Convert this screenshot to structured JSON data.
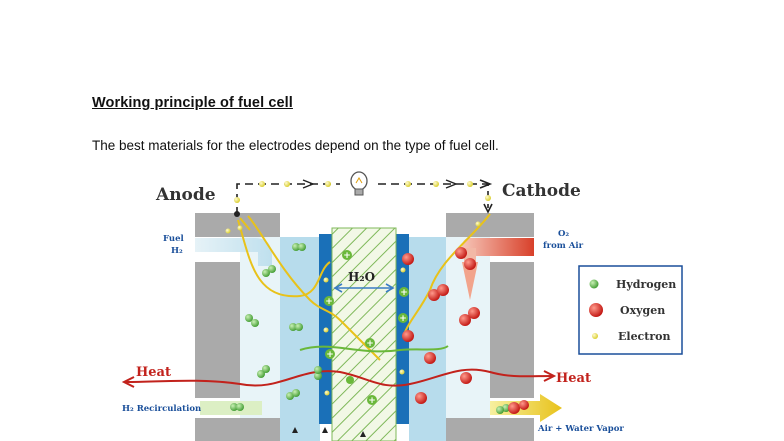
{
  "document": {
    "heading": "Working principle of fuel cell",
    "body": "The best materials for the electrodes depend on the type of fuel cell."
  },
  "figure": {
    "anode_label": "Anode",
    "cathode_label": "Cathode",
    "fuel_label_line1": "Fuel",
    "fuel_label_line2": "H₂",
    "oxygen_label_line1": "O₂",
    "oxygen_label_line2": "from Air",
    "water_label": "H₂O",
    "heat_left": "Heat",
    "heat_right": "Heat",
    "recirculation_label": "H₂ Recirculation",
    "exhaust_label": "Air + Water Vapor",
    "legend": {
      "hydrogen": "Hydrogen",
      "oxygen": "Oxygen",
      "electron": "Electron"
    },
    "colors": {
      "hydrogen": "#5fb84a",
      "oxygen": "#d9231f",
      "electron": "#e8de3a",
      "electrode": "#1a70b8",
      "electrolyte": "#b7dcec",
      "heat": "#c2221c"
    }
  }
}
